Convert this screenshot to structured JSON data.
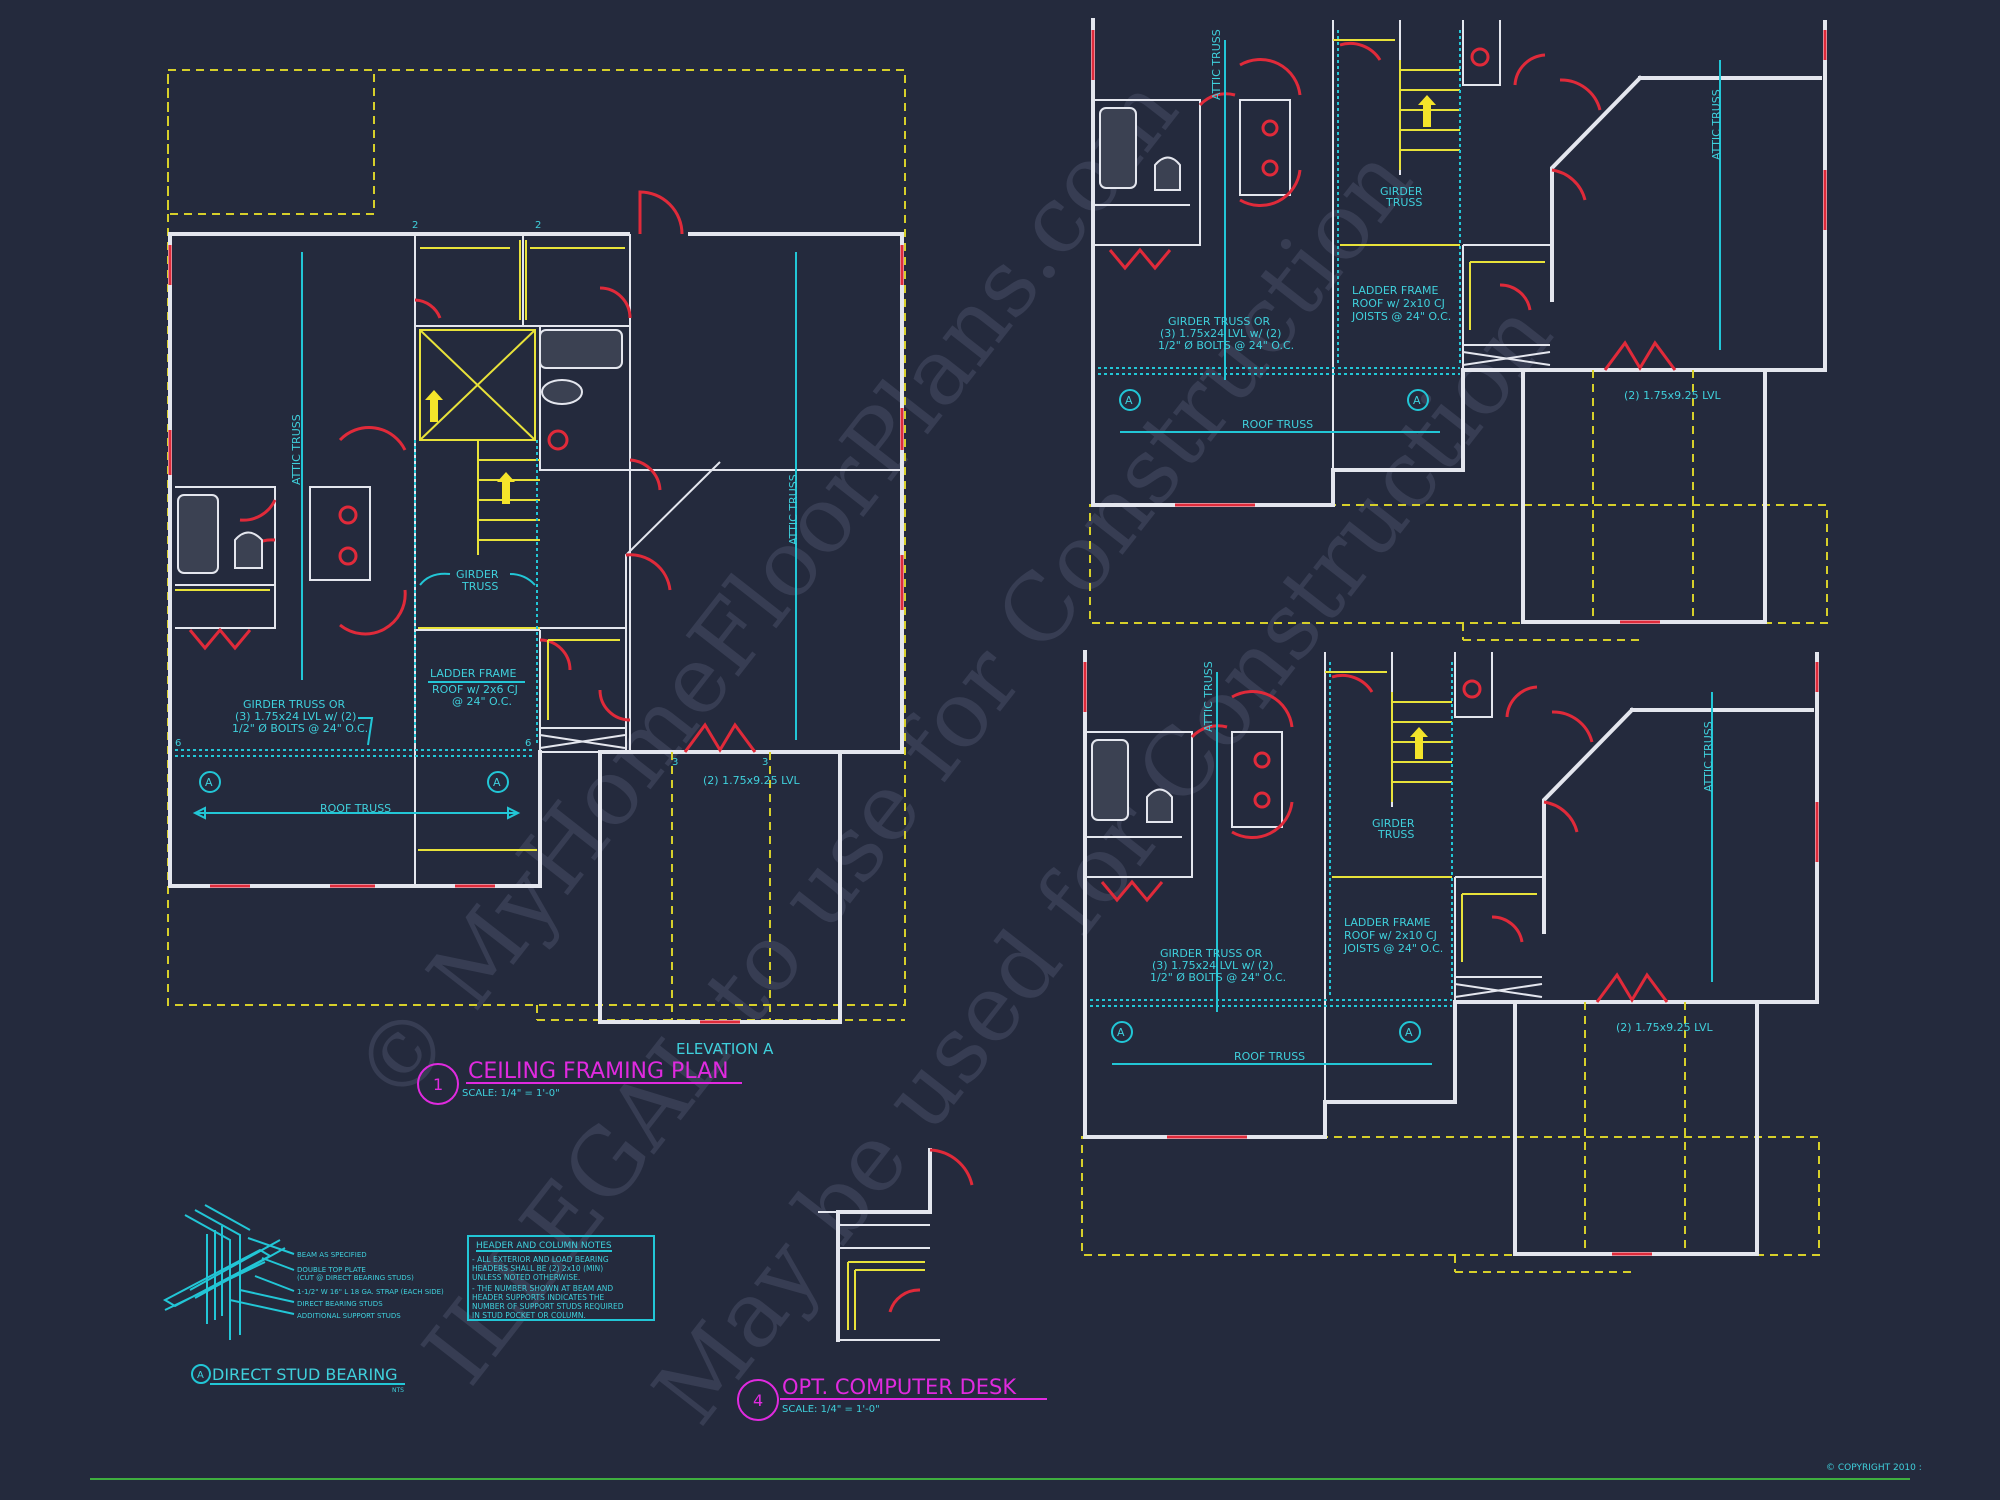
{
  "plans": {
    "main": {
      "title": "CEILING FRAMING PLAN",
      "number": "1",
      "scale": "SCALE: 1/4\" = 1'-0\"",
      "elevation": "ELEVATION A",
      "girder_truss": [
        "GIRDER",
        "TRUSS"
      ],
      "ladder_frame": [
        "LADDER FRAME",
        "ROOF w/ 2x6 CJ",
        "@ 24\" O.C."
      ],
      "girder_truss_or": [
        "GIRDER TRUSS OR",
        "(3) 1.75x24 LVL w/ (2)",
        "1/2\" Ø BOLTS @ 24\" O.C."
      ],
      "roof_truss": "ROOF TRUSS",
      "attic_truss": "ATTIC TRUSS",
      "lvl_note": "(2) 1.75x9.25 LVL",
      "bubble_a": "A",
      "marks": {
        "two": "2",
        "three": "3",
        "six": "6"
      }
    },
    "alt": {
      "girder_truss": [
        "GIRDER",
        "TRUSS"
      ],
      "ladder_frame": [
        "LADDER FRAME",
        "ROOF w/ 2x10 CJ",
        "JOISTS @ 24\" O.C."
      ],
      "girder_truss_or": [
        "GIRDER TRUSS OR",
        "(3) 1.75x24 LVL w/ (2)",
        "1/2\" Ø BOLTS @ 24\" O.C."
      ],
      "roof_truss": "ROOF TRUSS",
      "attic_truss": "ATTIC TRUSS",
      "lvl_note": "(2) 1.75x9.25 LVL",
      "bubble_a": "A"
    },
    "desk": {
      "title": "OPT. COMPUTER DESK",
      "number": "4",
      "scale": "SCALE: 1/4\" = 1'-0\""
    }
  },
  "detail": {
    "title": "DIRECT STUD BEARING",
    "bubble": "A",
    "nts": "NTS",
    "callouts": [
      "BEAM AS SPECIFIED",
      "DOUBLE TOP PLATE",
      "(CUT @ DIRECT BEARING STUDS)",
      "1-1/2\" W 16\" L 18 GA. STRAP (EACH SIDE)",
      "DIRECT BEARING STUDS",
      "ADDITIONAL SUPPORT STUDS"
    ]
  },
  "notes": {
    "title": "HEADER AND COLUMN NOTES",
    "lines": [
      "- ALL EXTERIOR AND LOAD BEARING",
      "HEADERS SHALL BE (2) 2x10 (MIN)",
      "UNLESS NOTED OTHERWISE.",
      "- THE NUMBER SHOWN AT BEAM AND",
      "HEADER SUPPORTS INDICATES THE",
      "NUMBER OF SUPPORT STUDS REQUIRED",
      "IN STUD POCKET OR COLUMN."
    ]
  },
  "watermark": {
    "line1": "© MyHomeFloorPlans.com",
    "line2": "ILLEGAL to use for Construction",
    "line3": "May be used for Construction"
  },
  "copyright": "© COPYRIGHT 2010 :",
  "colors": {
    "background": "#242a3d",
    "wall": "#e4e6ee",
    "door": "#e02a3a",
    "yellow": "#e8e23a",
    "cyan": "#22c6d6",
    "magenta": "#e02adf",
    "green_line": "#3fae3f"
  }
}
